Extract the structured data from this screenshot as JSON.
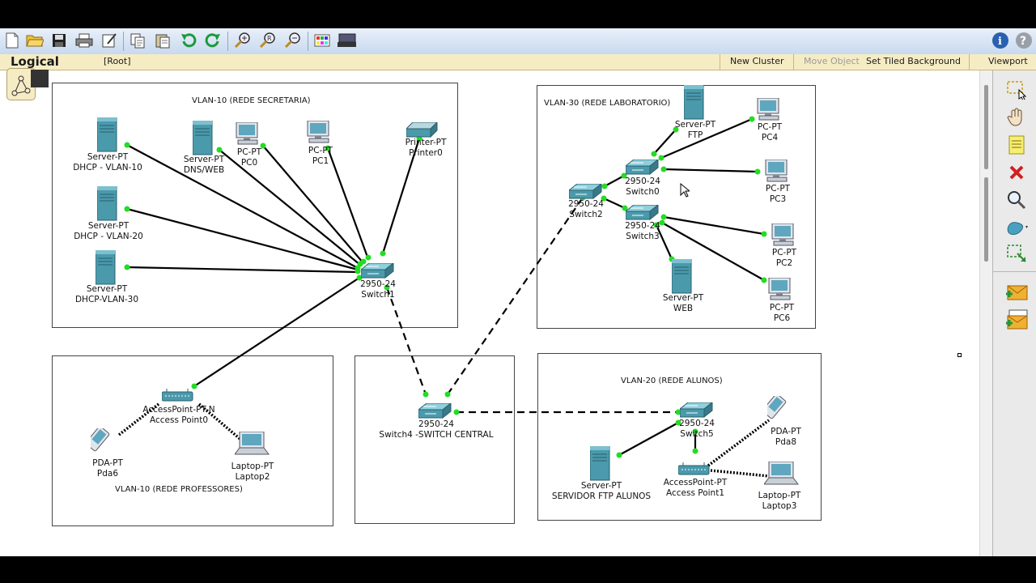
{
  "toolbar": {
    "icons": [
      "new-file-icon",
      "open-folder-icon",
      "save-icon",
      "print-icon",
      "activity-wizard-icon",
      "copy-icon",
      "paste-icon",
      "undo-icon",
      "redo-icon",
      "zoom-in-icon",
      "zoom-reset-icon",
      "zoom-out-icon",
      "palette-icon",
      "custom-device-icon",
      "info-icon",
      "help-icon"
    ]
  },
  "logical_bar": {
    "title": "Logical",
    "root": "[Root]",
    "new_cluster": "New Cluster",
    "move_object": "Move Object",
    "set_tiled_background": "Set Tiled Background",
    "viewport": "Viewport"
  },
  "areas": {
    "secretaria": "VLAN-10 (REDE SECRETARIA)",
    "laboratorio": "VLAN-30 (REDE LABORATORIO)",
    "professores": "VLAN-10 (REDE PROFESSORES)",
    "alunos": "VLAN-20 (REDE ALUNOS)"
  },
  "devices": {
    "srv_dhcp10": {
      "type": "Server-PT",
      "name": "DHCP - VLAN-10"
    },
    "srv_dns": {
      "type": "Server-PT",
      "name": "DNS/WEB"
    },
    "pc0": {
      "type": "PC-PT",
      "name": "PC0"
    },
    "pc1": {
      "type": "PC-PT",
      "name": "PC1"
    },
    "printer0": {
      "type": "Printer-PT",
      "name": "Printer0"
    },
    "srv_dhcp20": {
      "type": "Server-PT",
      "name": "DHCP - VLAN-20"
    },
    "srv_dhcp30": {
      "type": "Server-PT",
      "name": "DHCP-VLAN-30"
    },
    "switch1": {
      "type": "2950-24",
      "name": "Switch1"
    },
    "srv_ftp": {
      "type": "Server-PT",
      "name": "FTP"
    },
    "pc4": {
      "type": "PC-PT",
      "name": "PC4"
    },
    "switch0": {
      "type": "2950-24",
      "name": "Switch0"
    },
    "pc3": {
      "type": "PC-PT",
      "name": "PC3"
    },
    "switch2": {
      "type": "2950-24",
      "name": "Switch2"
    },
    "switch3": {
      "type": "2950-24",
      "name": "Switch3"
    },
    "pc2": {
      "type": "PC-PT",
      "name": "PC2"
    },
    "srv_web": {
      "type": "Server-PT",
      "name": "WEB"
    },
    "pc6": {
      "type": "PC-PT",
      "name": "PC6"
    },
    "ap0": {
      "type": "AccessPoint-PT-N",
      "name": "Access Point0"
    },
    "pda6": {
      "type": "PDA-PT",
      "name": "Pda6"
    },
    "laptop2": {
      "type": "Laptop-PT",
      "name": "Laptop2"
    },
    "switch4": {
      "type": "2950-24",
      "name": "Switch4 -SWITCH CENTRAL"
    },
    "switch5": {
      "type": "2950-24",
      "name": "Switch5"
    },
    "pda8": {
      "type": "PDA-PT",
      "name": "Pda8"
    },
    "srv_ftp_alunos": {
      "type": "Server-PT",
      "name": "SERVIDOR FTP ALUNOS"
    },
    "ap1": {
      "type": "AccessPoint-PT",
      "name": "Access Point1"
    },
    "laptop3": {
      "type": "Laptop-PT",
      "name": "Laptop3"
    }
  },
  "colors": {
    "link": "#000000",
    "port_up": "#22dd22",
    "device": "#3f8ea0",
    "toolbar": "#d4e1f2",
    "logical_bar": "#f6ecc4"
  }
}
